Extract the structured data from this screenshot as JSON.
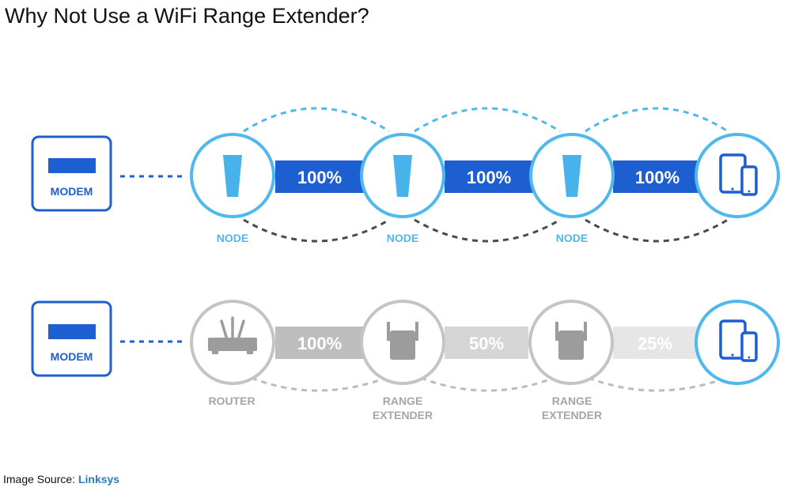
{
  "title": "Why Not Use a WiFi Range Extender?",
  "colors": {
    "mesh_blue": "#1d5fd1",
    "node_ring": "#4fb8ee",
    "node_icon": "#47b3ea",
    "gray_ring": "#c4c4c4",
    "gray_icon": "#9c9c9c",
    "gray_label": "#a6a6a6",
    "dark_dash": "#4a4a4a"
  },
  "mesh_row": {
    "modem_label": "MODEM",
    "nodes": [
      {
        "label": "NODE",
        "icon": "mesh-node-icon"
      },
      {
        "label": "NODE",
        "icon": "mesh-node-icon"
      },
      {
        "label": "NODE",
        "icon": "mesh-node-icon"
      }
    ],
    "device_icon": "tablet-phone-icon",
    "links": [
      {
        "label": "100%",
        "strength": 1.0
      },
      {
        "label": "100%",
        "strength": 1.0
      },
      {
        "label": "100%",
        "strength": 1.0
      }
    ]
  },
  "extender_row": {
    "modem_label": "MODEM",
    "devices": [
      {
        "label_line1": "ROUTER",
        "label_line2": "",
        "icon": "router-icon"
      },
      {
        "label_line1": "RANGE",
        "label_line2": "EXTENDER",
        "icon": "range-extender-icon"
      },
      {
        "label_line1": "RANGE",
        "label_line2": "EXTENDER",
        "icon": "range-extender-icon"
      }
    ],
    "device_icon": "tablet-phone-icon",
    "links": [
      {
        "label": "100%",
        "strength": 1.0
      },
      {
        "label": "50%",
        "strength": 0.5
      },
      {
        "label": "25%",
        "strength": 0.25
      }
    ]
  },
  "source": {
    "prefix": "Image Source:",
    "link_text": "Linksys"
  }
}
